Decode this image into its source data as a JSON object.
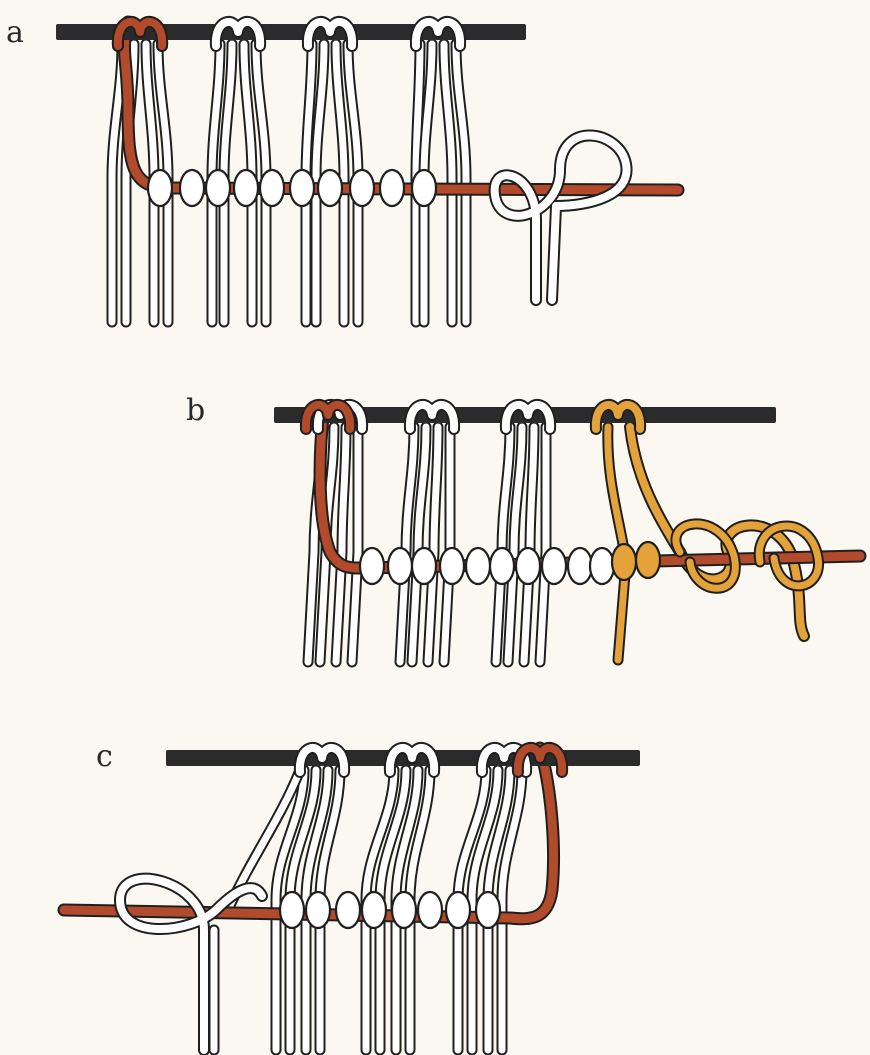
{
  "panels": [
    {
      "id": "a",
      "label": "a"
    },
    {
      "id": "b",
      "label": "b"
    },
    {
      "id": "c",
      "label": "c"
    }
  ],
  "colors": {
    "paper": "#fbf8f1",
    "bar": "#2b2b2b",
    "cord_fill": "#ffffff",
    "cord_outline": "#1f1f1f",
    "holding_cord": "#b24a2c",
    "accent_cord": "#e3a23a"
  }
}
